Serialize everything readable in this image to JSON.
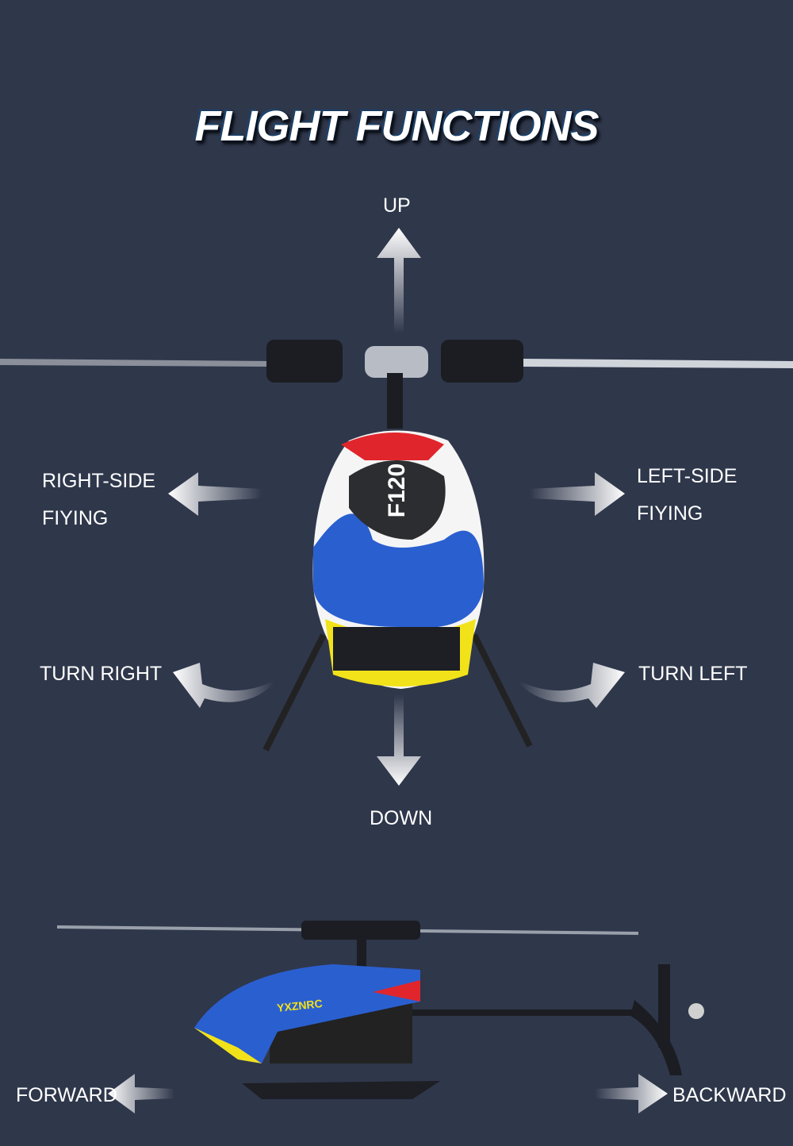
{
  "title": "FLIGHT FUNCTIONS",
  "labels": {
    "up": "UP",
    "down": "DOWN",
    "right_side_1": "RIGHT-SIDE",
    "right_side_2": "FIYING",
    "left_side_1": "LEFT-SIDE",
    "left_side_2": "FIYING",
    "turn_right": "TURN RIGHT",
    "turn_left": "TURN LEFT",
    "forward": "FORWARD",
    "backward": "BACKWARD"
  },
  "helicopter": {
    "model": "F120",
    "brand": "YXZNRC"
  },
  "colors": {
    "background": "#2f374b",
    "arrow": "#ffffff",
    "body_blue": "#2a5fd0",
    "body_yellow": "#f2e21a",
    "body_red": "#e0262c"
  }
}
